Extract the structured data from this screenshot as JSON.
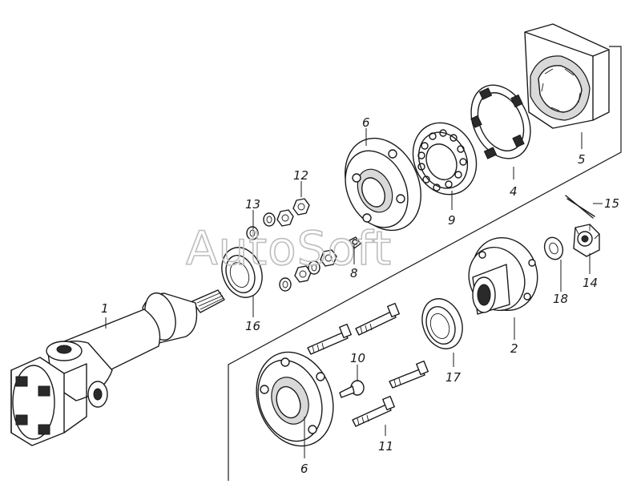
{
  "watermark": "AutoSoft",
  "callouts": {
    "n1": "1",
    "n2": "2",
    "n4": "4",
    "n5": "5",
    "n6a": "6",
    "n6b": "6",
    "n8": "8",
    "n9": "9",
    "n10": "10",
    "n11": "11",
    "n12": "12",
    "n13": "13",
    "n14": "14",
    "n15": "15",
    "n16": "16",
    "n17": "17",
    "n18": "18"
  }
}
